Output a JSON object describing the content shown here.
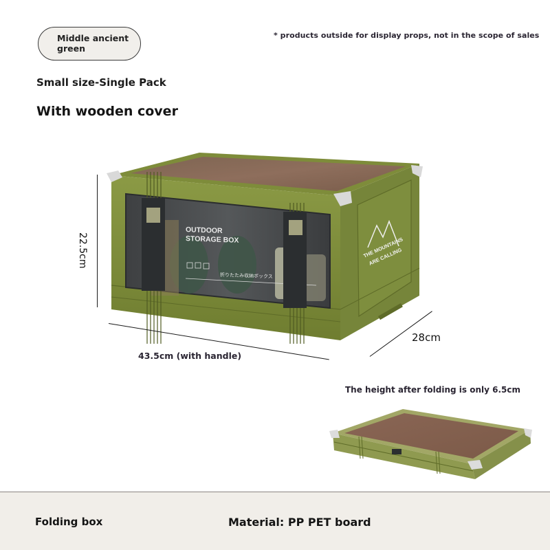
{
  "color_option": {
    "label": "Middle ancient green"
  },
  "disclaimer": "* products outside for display props, not in the scope of sales",
  "size_option": "Small size-Single Pack",
  "cover_option": "With wooden cover",
  "dimensions": {
    "height": "22.5cm",
    "width": "43.5cm (with handle)",
    "depth": "28cm"
  },
  "product_image": {
    "front_text_line1": "OUTDOOR",
    "front_text_line2": "STORAGE BOX",
    "front_japanese": "折りたたみ収納ボックス",
    "side_text_line1": "THE MOUNTAINS",
    "side_text_line2": "ARE CALLING"
  },
  "folded": {
    "caption": "The height after folding is only 6.5cm"
  },
  "footer": {
    "left_label": "Folding box",
    "right_label": "Material: PP PET board"
  },
  "colors": {
    "box_green": "#7b8a3a",
    "box_green_dark": "#5e6b28",
    "wood_lid": "#8a6a56",
    "footer_bg": "#f1eee9",
    "pill_bg": "#f1efeb"
  }
}
